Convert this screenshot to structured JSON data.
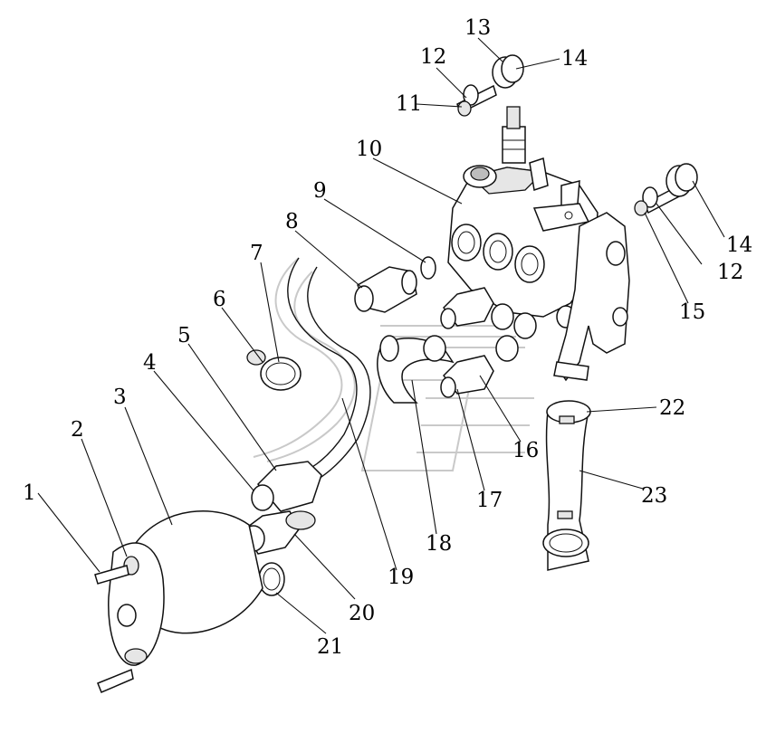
{
  "diagram": {
    "callouts": [
      {
        "id": "c1",
        "label": "1"
      },
      {
        "id": "c2",
        "label": "2"
      },
      {
        "id": "c3",
        "label": "3"
      },
      {
        "id": "c4",
        "label": "4"
      },
      {
        "id": "c5",
        "label": "5"
      },
      {
        "id": "c6",
        "label": "6"
      },
      {
        "id": "c7",
        "label": "7"
      },
      {
        "id": "c8",
        "label": "8"
      },
      {
        "id": "c9",
        "label": "9"
      },
      {
        "id": "c10",
        "label": "10"
      },
      {
        "id": "c11",
        "label": "11"
      },
      {
        "id": "c12a",
        "label": "12"
      },
      {
        "id": "c12b",
        "label": "12"
      },
      {
        "id": "c13",
        "label": "13"
      },
      {
        "id": "c14a",
        "label": "14"
      },
      {
        "id": "c14b",
        "label": "14"
      },
      {
        "id": "c15",
        "label": "15"
      },
      {
        "id": "c16",
        "label": "16"
      },
      {
        "id": "c17",
        "label": "17"
      },
      {
        "id": "c18",
        "label": "18"
      },
      {
        "id": "c19",
        "label": "19"
      },
      {
        "id": "c20",
        "label": "20"
      },
      {
        "id": "c21",
        "label": "21"
      },
      {
        "id": "c22",
        "label": "22"
      },
      {
        "id": "c23",
        "label": "23"
      }
    ]
  }
}
